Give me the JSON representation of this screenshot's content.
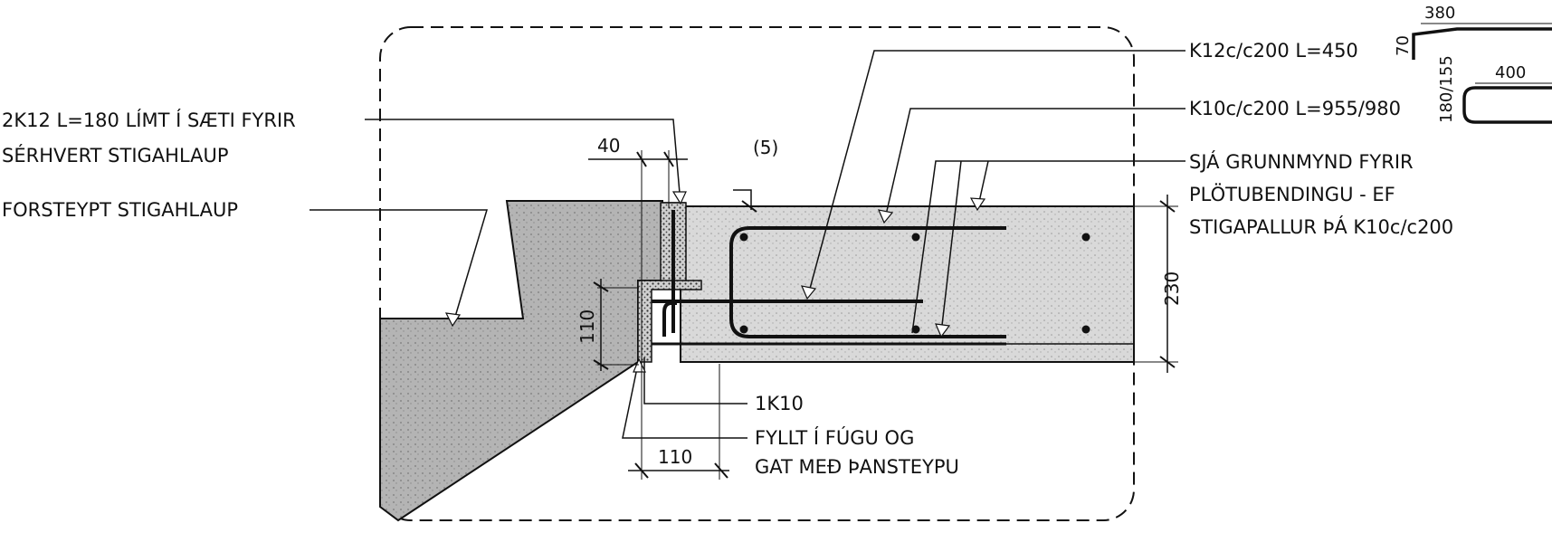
{
  "labels": {
    "anchor_bars": [
      "2K12 L=180 LÍMT Í SÆTI FYRIR",
      "SÉRHVERT STIGAHLAUP"
    ],
    "precast_stair": "FORSTEYPT STIGAHLAUP",
    "bar_k12": "K12c/c200 L=450",
    "bar_k10": "K10c/c200 L=955/980",
    "see_plan": [
      "SJÁ GRUNNMYND FYRIR",
      "PLÖTUBENDINGU - EF",
      "STIGAPALLUR ÞÁ K10c/c200"
    ],
    "bar_1k10": "1K10",
    "joint_fill": [
      "FYLLT Í FÚGU OG",
      "GAT MEÐ ÞANSTEYPU"
    ]
  },
  "dimensions": {
    "gap_width": "40",
    "gap_offset": "(5)",
    "seat_height": "110",
    "seat_width": "110",
    "slab_thickness": "230",
    "shape1_length": "380",
    "shape1_leg": "70",
    "shape2_length": "400",
    "shape2_leg": "180/155"
  },
  "colors": {
    "line": "#111111",
    "concrete_light": "#d6d6d6",
    "concrete_dark": "#b2b2b2",
    "grout": "#bdbdbd"
  }
}
